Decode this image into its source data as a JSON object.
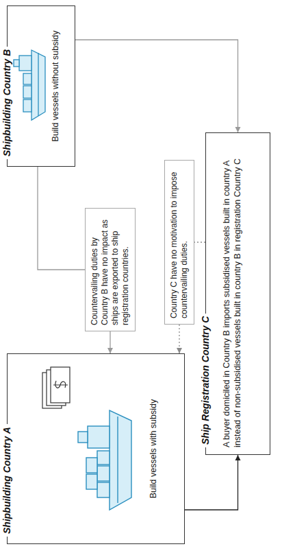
{
  "diagram": {
    "nodes": [
      {
        "text": [
          "Shipbuilding Country A",
          "Build vessels with subsidy"
        ]
      },
      {
        "text": [
          "Shipbuilding Country B",
          "Build vessels without subsidy"
        ]
      },
      {
        "text": [
          "Ship Registration Country C",
          "A buyer domiciled in Country B imports subsidised vessels built in country A instead of non-subsidised vessels built in country B in registration Country C"
        ]
      },
      {
        "text": [
          "Countervailing duties by Country B have no impact as ships are exported to ship registration countries."
        ]
      },
      {
        "text": [
          "Country C have no motivation to impose countervailing duties."
        ]
      }
    ],
    "edges": [
      {
        "from": 0,
        "to": 2,
        "arrow": "to"
      },
      {
        "from": 1,
        "to": 2,
        "arrow": "to"
      },
      {
        "from": 1,
        "to": 3,
        "arrow": "none"
      },
      {
        "from": 3,
        "to": 0,
        "arrow": "to"
      },
      {
        "from": 2,
        "to": 4,
        "arrow": "none"
      },
      {
        "from": 4,
        "to": 0,
        "arrow": "to"
      }
    ]
  }
}
